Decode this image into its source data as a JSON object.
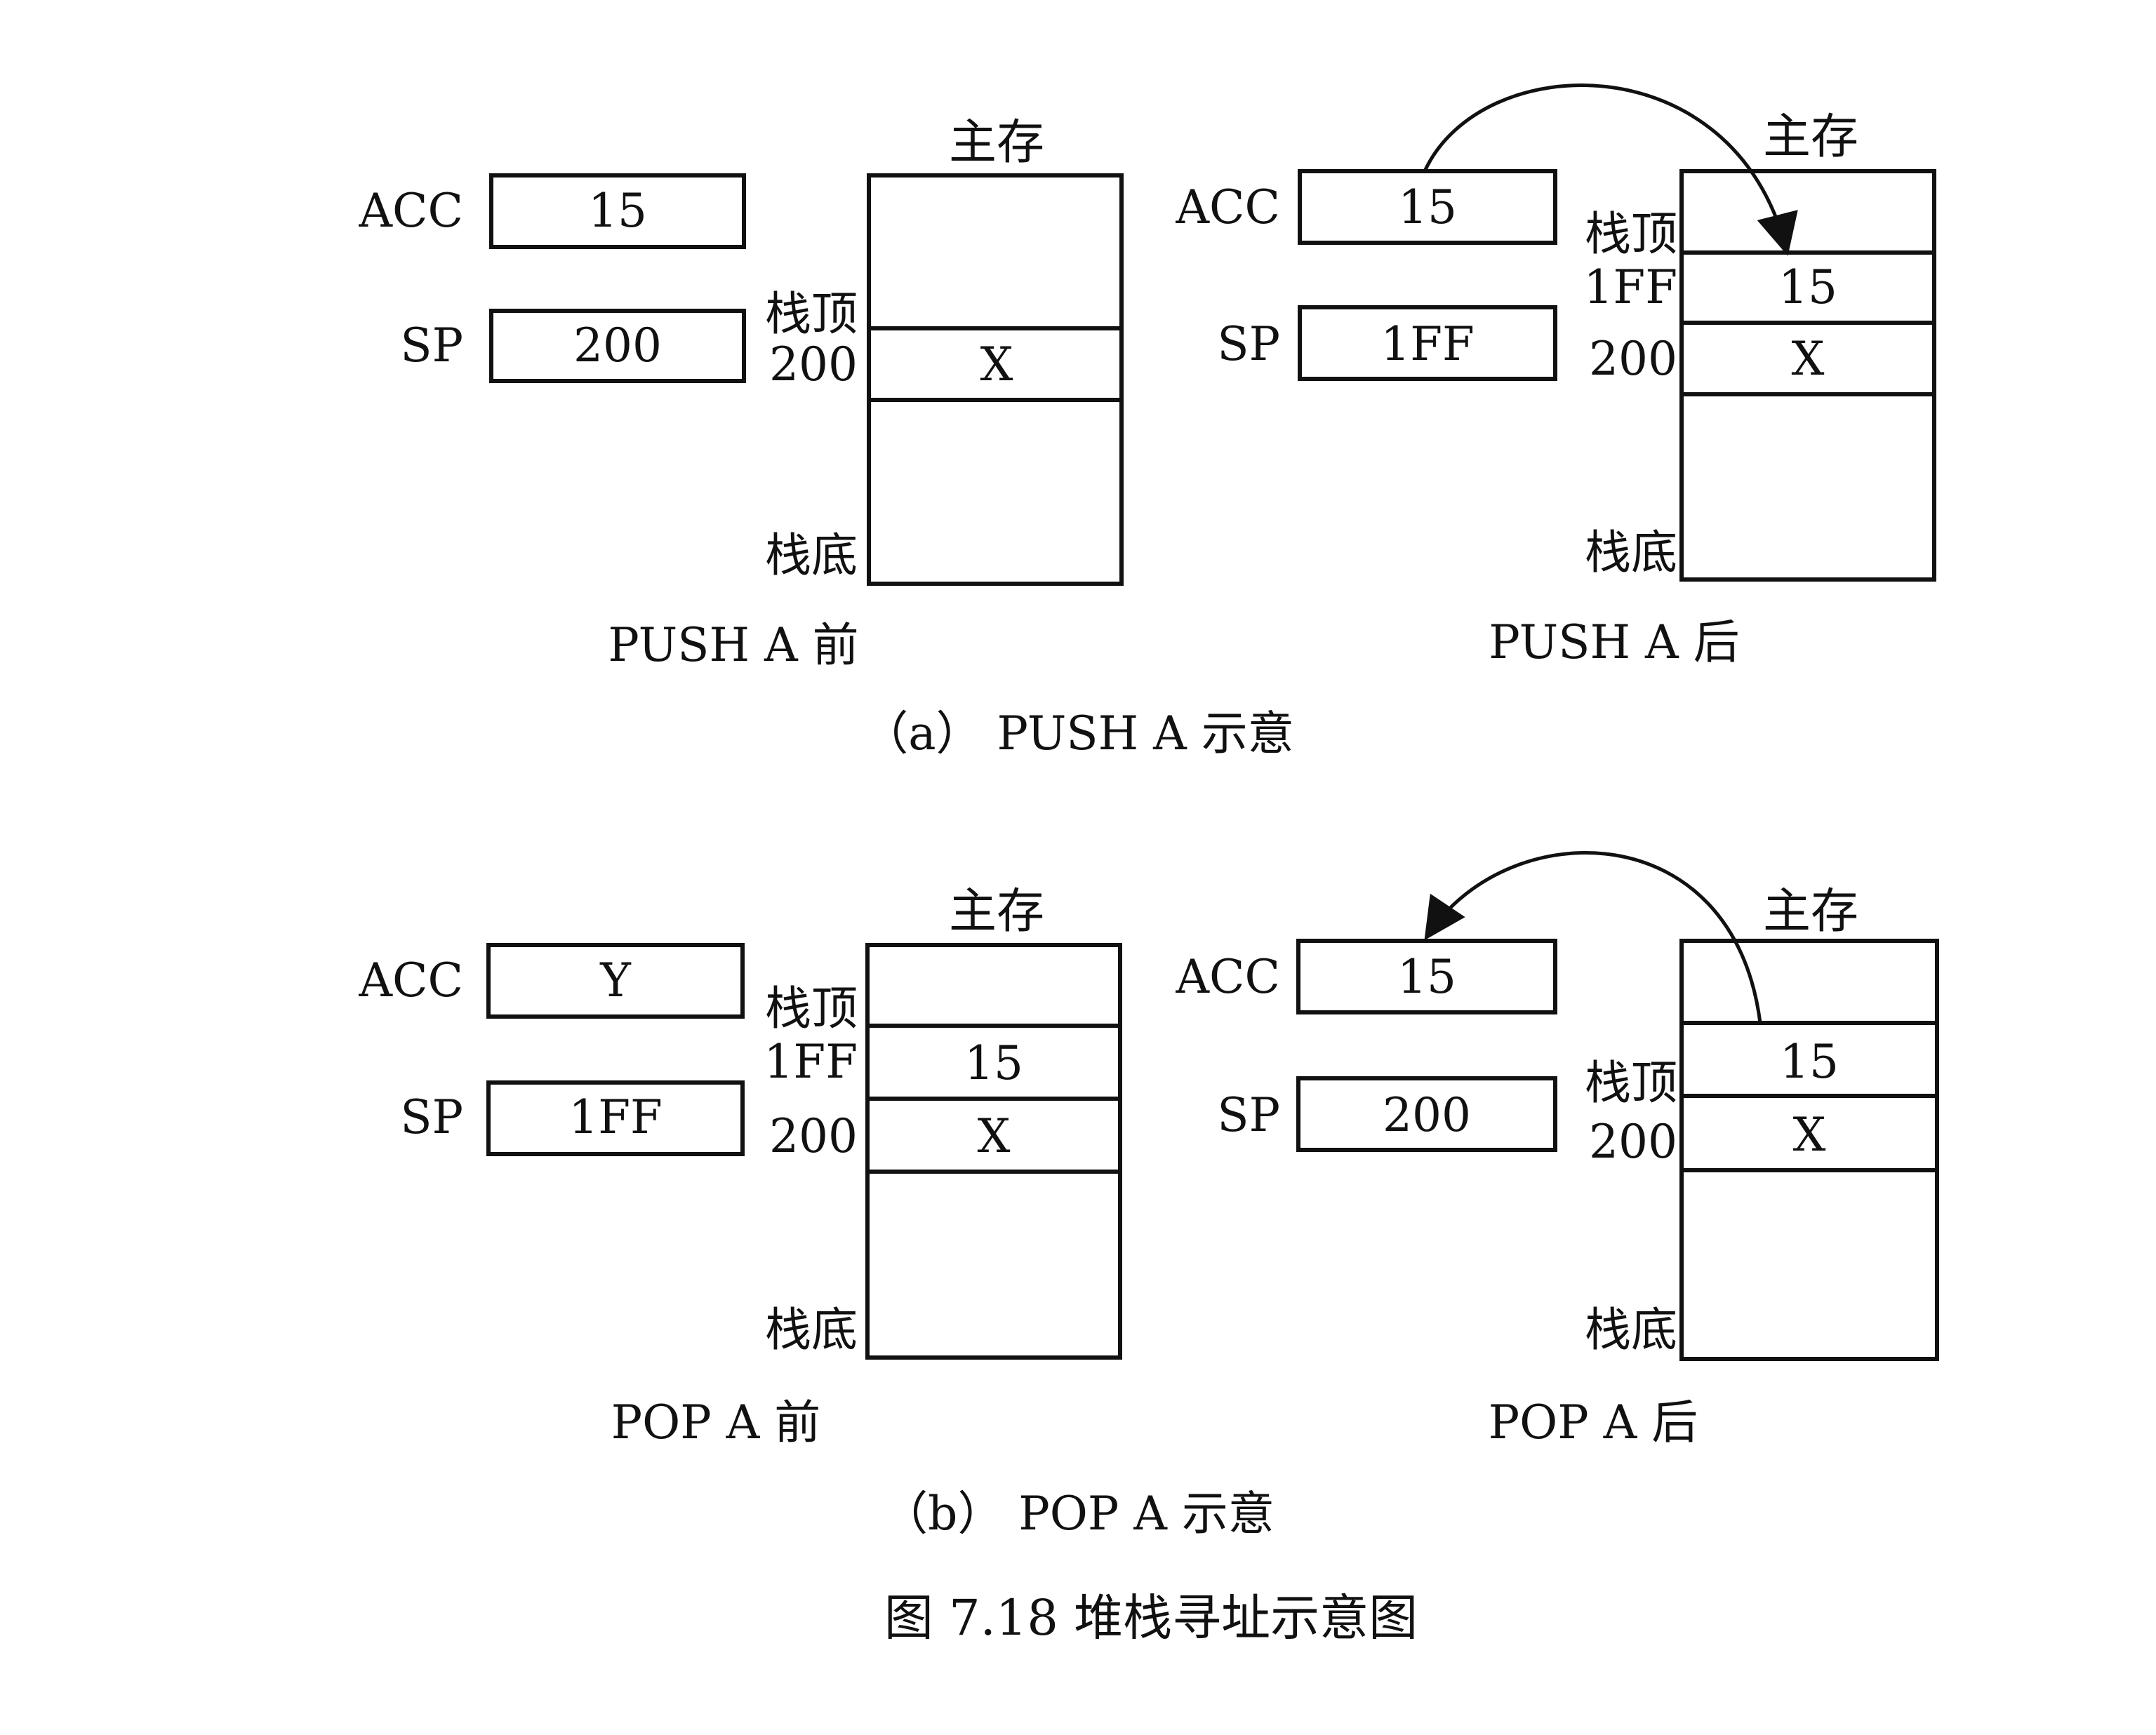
{
  "common": {
    "acc_label": "ACC",
    "sp_label": "SP",
    "memory_label": "主存",
    "stack_top_label": "栈顶",
    "stack_bottom_label": "栈底"
  },
  "push_before": {
    "acc_value": "15",
    "sp_value": "200",
    "addr_200": "200",
    "cell_x": "X",
    "caption": "PUSH A 前"
  },
  "push_after": {
    "acc_value": "15",
    "sp_value": "1FF",
    "addr_1ff": "1FF",
    "addr_200": "200",
    "cell_15": "15",
    "cell_x": "X",
    "caption": "PUSH A 后"
  },
  "push_caption": "（a） PUSH A 示意",
  "pop_before": {
    "acc_value": "Y",
    "sp_value": "1FF",
    "addr_1ff": "1FF",
    "addr_200": "200",
    "cell_15": "15",
    "cell_x": "X",
    "caption": "POP A 前"
  },
  "pop_after": {
    "acc_value": "15",
    "sp_value": "200",
    "addr_200": "200",
    "cell_15": "15",
    "cell_x": "X",
    "caption": "POP A 后"
  },
  "pop_caption": "（b） POP A 示意",
  "figure_caption": "图 7.18 堆栈寻址示意图"
}
